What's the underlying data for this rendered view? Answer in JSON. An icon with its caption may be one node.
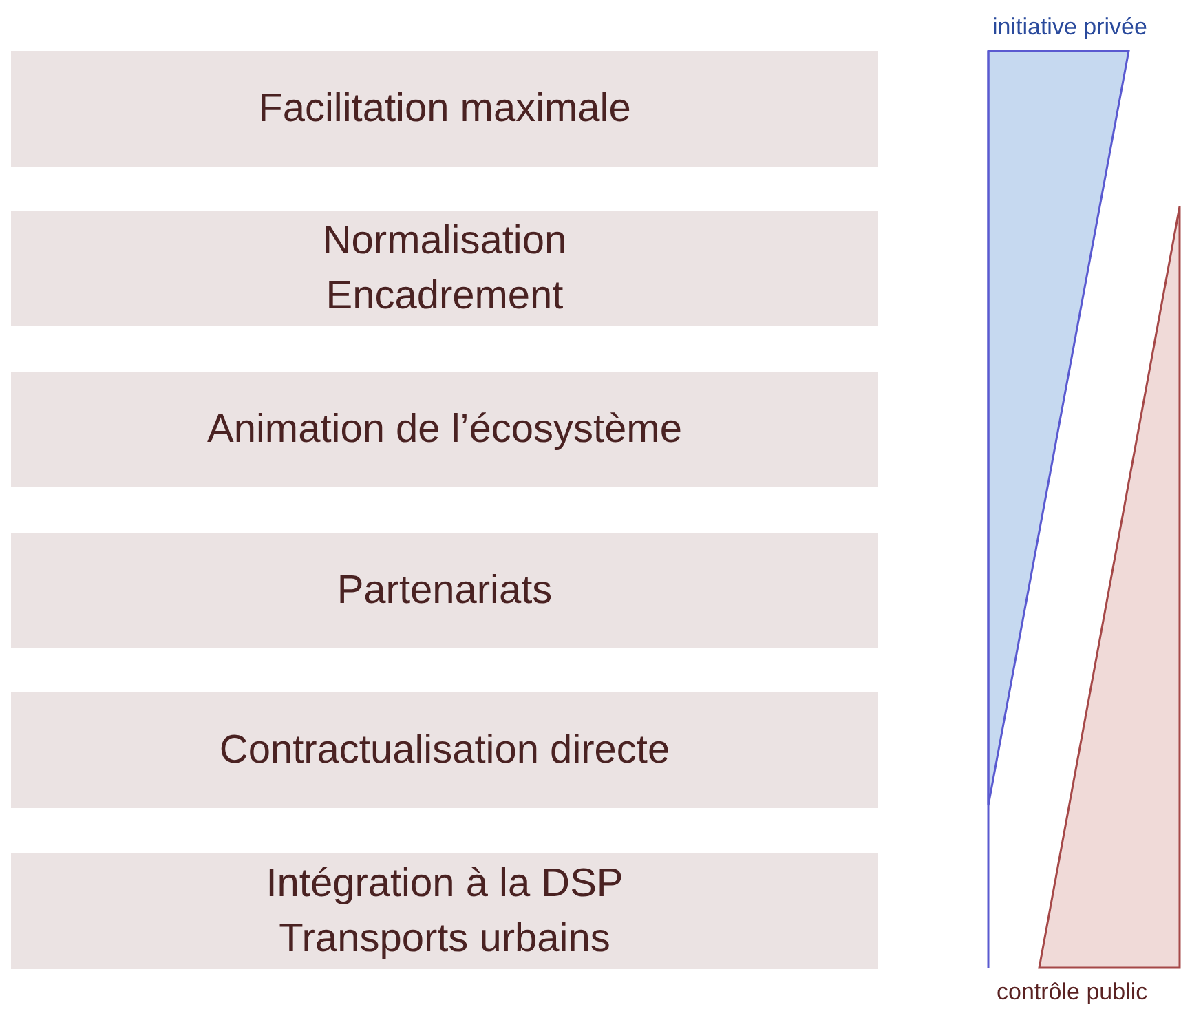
{
  "diagram": {
    "nodes": [
      {
        "text": [
          "Facilitation maximale"
        ]
      },
      {
        "text": [
          "Normalisation Encadrement"
        ]
      },
      {
        "text": [
          "Animation de l’écosystème"
        ]
      },
      {
        "text": [
          "Partenariats"
        ]
      },
      {
        "text": [
          "Contractualisation directe"
        ]
      },
      {
        "text": [
          "Intégration à la DSP Transports urbains"
        ]
      },
      {
        "text": [
          "initiative privée"
        ]
      },
      {
        "text": [
          "contrôle public"
        ]
      }
    ],
    "edges": []
  }
}
